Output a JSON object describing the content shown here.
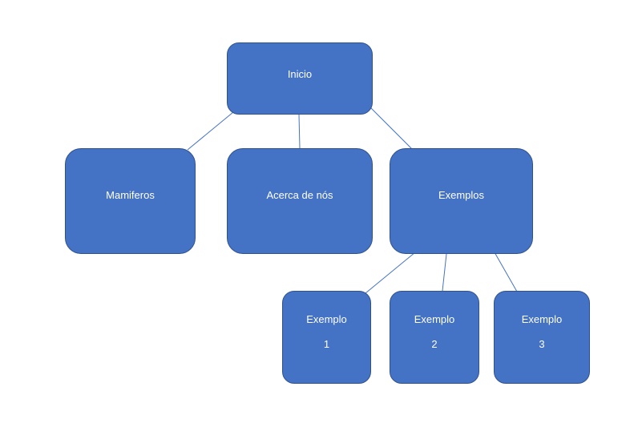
{
  "diagram": {
    "root": {
      "label": "Inicio"
    },
    "level1": [
      {
        "label": "Mamiferos"
      },
      {
        "label": "Acerca de nós"
      },
      {
        "label": "Exemplos"
      }
    ],
    "level2": [
      {
        "line1": "Exemplo",
        "line2": "1"
      },
      {
        "line1": "Exemplo",
        "line2": "2"
      },
      {
        "line1": "Exemplo",
        "line2": "3"
      }
    ]
  },
  "colors": {
    "node_fill": "#4472c4",
    "node_border": "#2f528f",
    "connector": "#4472c4",
    "text": "#ffffff"
  }
}
